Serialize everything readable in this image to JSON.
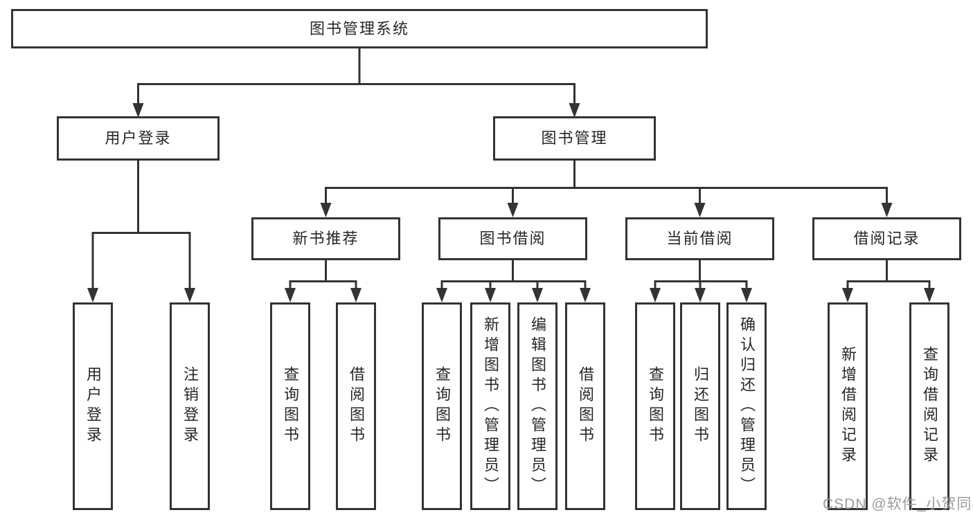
{
  "diagram": {
    "tree": {
      "root": {
        "label": "图书管理系统"
      },
      "children": [
        {
          "label": "用户登录",
          "children": [
            {
              "label": "用户登录"
            },
            {
              "label": "注销登录"
            }
          ]
        },
        {
          "label": "图书管理",
          "children": [
            {
              "label": "新书推荐",
              "children": [
                {
                  "label": "查询图书"
                },
                {
                  "label": "借阅图书"
                }
              ]
            },
            {
              "label": "图书借阅",
              "children": [
                {
                  "label": "查询图书"
                },
                {
                  "label": "新增图书（管理员）"
                },
                {
                  "label": "编辑图书（管理员）"
                },
                {
                  "label": "借阅图书"
                }
              ]
            },
            {
              "label": "当前借阅",
              "children": [
                {
                  "label": "查询图书"
                },
                {
                  "label": "归还图书"
                },
                {
                  "label": "确认归还（管理员）"
                }
              ]
            },
            {
              "label": "借阅记录",
              "children": [
                {
                  "label": "新增借阅记录"
                },
                {
                  "label": "查询借阅记录"
                }
              ]
            }
          ]
        }
      ]
    },
    "colors": {
      "line": "#333333",
      "box_border": "#333333",
      "text": "#262626",
      "watermark": "#9b9b9b",
      "background": "#ffffff"
    }
  },
  "watermark": {
    "text": "CSDN @软件_小贺同学"
  }
}
